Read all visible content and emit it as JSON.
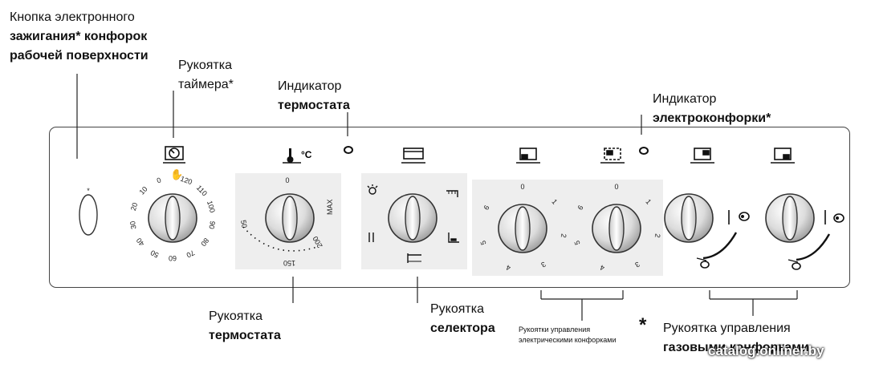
{
  "labels": {
    "ignition": {
      "line1": "Кнопка электронного",
      "line2": "зажигания* конфорок",
      "line3": "рабочей поверхности"
    },
    "timer": {
      "line1": "Рукоятка",
      "line2": "таймера*"
    },
    "thermostat_indicator": {
      "line1": "Индикатор",
      "line2": "термостата"
    },
    "hotplate_indicator": {
      "line1": "Индикатор",
      "line2": "электроконфорки*"
    },
    "thermostat_knob": {
      "line1": "Рукоятка",
      "line2": "термостата"
    },
    "selector_knob": {
      "line1": "Рукоятка",
      "line2": "селектора"
    },
    "electric_controls": {
      "line1": "Рукоятки управления",
      "line2": "электрическими конфорками"
    },
    "asterisk": "*",
    "gas_control": {
      "line1": "Рукоятка управления",
      "line2": "газовыми конфорками"
    }
  },
  "ignition_mark": "*",
  "timer_scale": [
    "0",
    "10",
    "20",
    "30",
    "40",
    "50",
    "60",
    "70",
    "80",
    "90",
    "100",
    "110",
    "120"
  ],
  "thermostat_scale": {
    "top": "0",
    "left": "50",
    "mid": "150",
    "right": "200",
    "max": "MAX",
    "unit": "°C"
  },
  "hotplate_scale": [
    "0",
    "1",
    "2",
    "3",
    "4",
    "5",
    "6"
  ],
  "watermark": "catalog.onliner.by"
}
